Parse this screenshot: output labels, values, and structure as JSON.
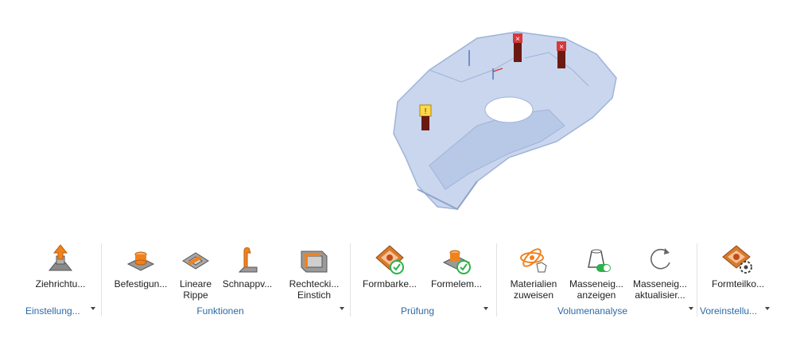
{
  "viewport": {
    "badges": [
      "warning-badge",
      "error-badge",
      "error-badge"
    ]
  },
  "ribbon": {
    "groups": [
      {
        "label": "Einstellung...",
        "buttons": [
          {
            "label": "Ziehrichtu...",
            "icon": "draw-direction-icon"
          }
        ]
      },
      {
        "label": "Funktionen",
        "buttons": [
          {
            "label": "Befestigun...",
            "icon": "boss-icon"
          },
          {
            "label": "Lineare",
            "label2": "Rippe",
            "icon": "linear-rib-icon"
          },
          {
            "label": "Schnappv...",
            "icon": "snap-fit-icon"
          },
          {
            "label": "Rechtecki...",
            "label2": "Einstich",
            "icon": "rectangular-groove-icon"
          }
        ]
      },
      {
        "label": "Prüfung",
        "buttons": [
          {
            "label": "Formbarke...",
            "icon": "moldability-check-icon"
          },
          {
            "label": "Formelem...",
            "icon": "feature-check-icon"
          }
        ]
      },
      {
        "label": "Volumenanalyse",
        "buttons": [
          {
            "label": "Materialien",
            "label2": "zuweisen",
            "icon": "assign-materials-icon"
          },
          {
            "label": "Masseneig...",
            "label2": "anzeigen",
            "icon": "show-mass-properties-icon"
          },
          {
            "label": "Masseneig...",
            "label2": "aktualisier...",
            "icon": "update-mass-properties-icon"
          }
        ]
      },
      {
        "label": "Voreinstellu...",
        "buttons": [
          {
            "label": "Formteilko...",
            "icon": "molded-part-settings-icon"
          }
        ]
      }
    ],
    "colors": {
      "accent": "#f0821e",
      "group_label": "#2c6aa6",
      "check": "#2bb24c"
    }
  }
}
